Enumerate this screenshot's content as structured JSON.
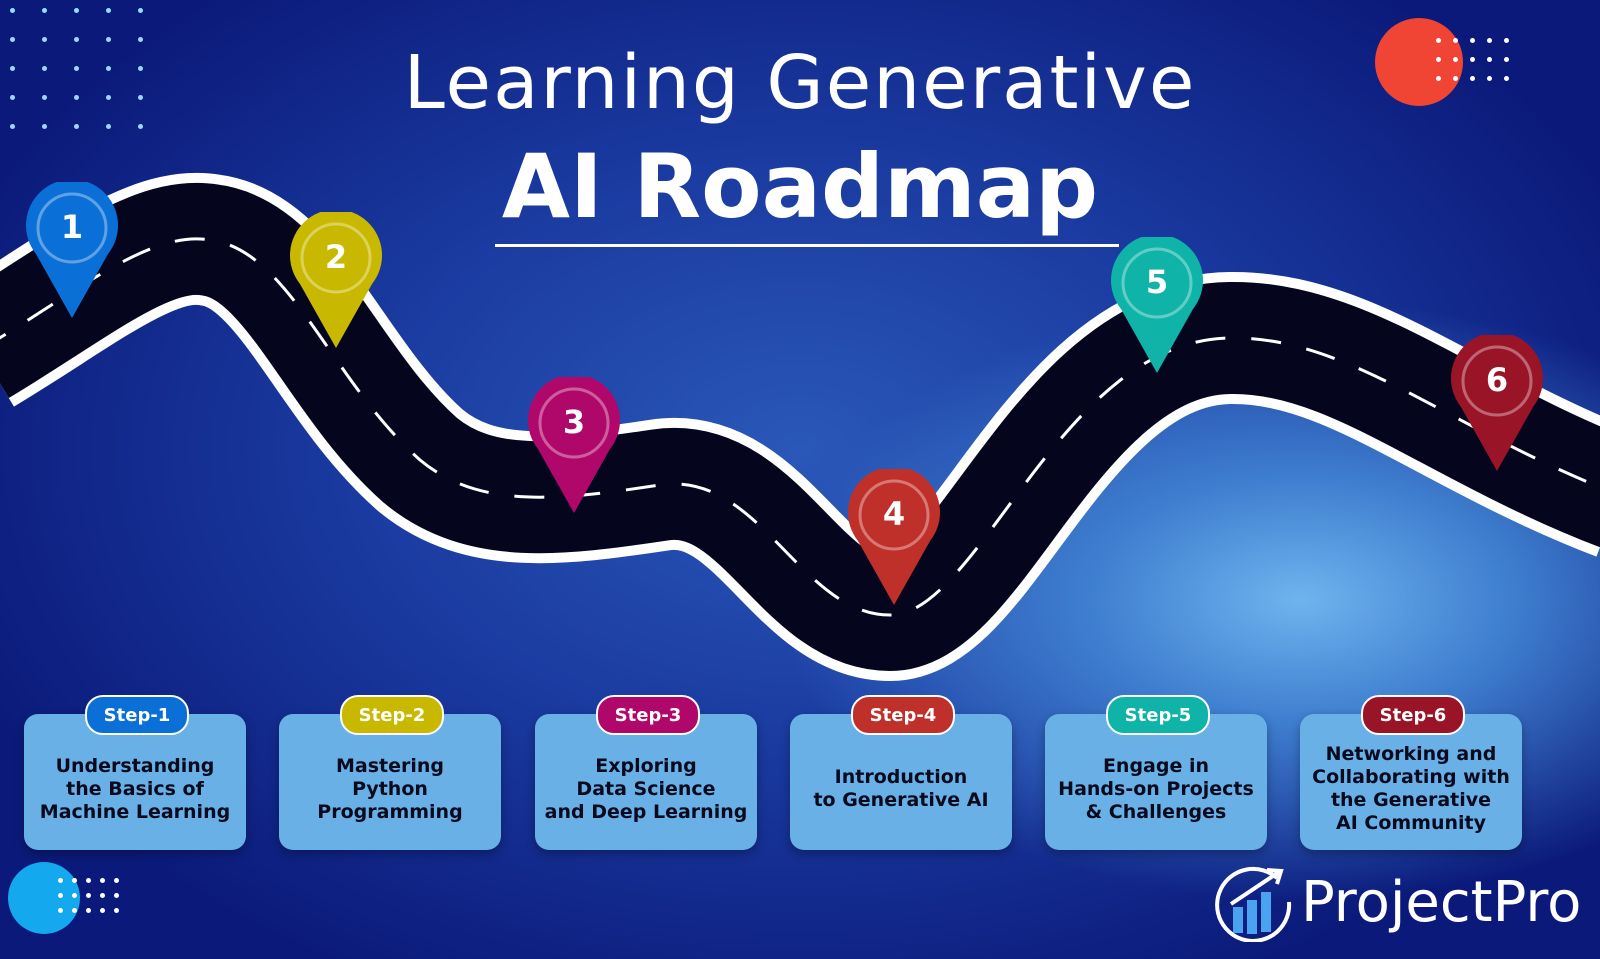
{
  "title": {
    "line1": "Learning Generative",
    "line2": "AI Roadmap"
  },
  "steps": [
    {
      "badge": "Step-1",
      "text": "Understanding\nthe Basics of\nMachine Learning",
      "pin": "1",
      "color": "#0a6fd6"
    },
    {
      "badge": "Step-2",
      "text": "Mastering\nPython\nProgramming",
      "pin": "2",
      "color": "#c9b800"
    },
    {
      "badge": "Step-3",
      "text": "Exploring\nData Science\nand Deep Learning",
      "pin": "3",
      "color": "#b0086a"
    },
    {
      "badge": "Step-4",
      "text": "Introduction\nto Generative AI",
      "pin": "4",
      "color": "#c0302a"
    },
    {
      "badge": "Step-5",
      "text": "Engage in\nHands-on Projects\n& Challenges",
      "pin": "5",
      "color": "#0fb3a8"
    },
    {
      "badge": "Step-6",
      "text": "Networking and\nCollaborating with\nthe Generative\nAI Community",
      "pin": "6",
      "color": "#9a1428"
    }
  ],
  "brand": {
    "name": "ProjectPro",
    "accent": "#f04434"
  }
}
